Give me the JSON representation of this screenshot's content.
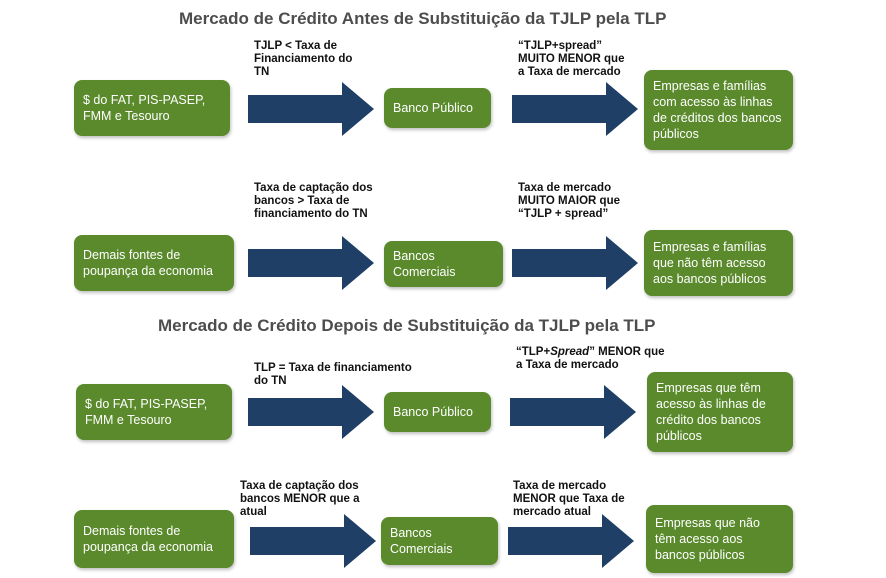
{
  "colors": {
    "box_green": "#5a8a2c",
    "arrow_blue": "#1f3f66",
    "title_gray": "#4d4d4d"
  },
  "sections": [
    {
      "title": "Mercado de Crédito Antes de Substituição da TJLP pela TLP",
      "rows": [
        {
          "source": "$ do FAT, PIS-PASEP, FMM e Tesouro",
          "label1": "TJLP < Taxa de\nFinanciamento do\nTN",
          "bank": "Banco Público",
          "label2": "“TJLP+spread”\nMUITO MENOR que\na Taxa de mercado",
          "dest": "Empresas e famílias com acesso às linhas de créditos dos bancos públicos"
        },
        {
          "source": "Demais fontes de poupança da economia",
          "label1": "Taxa de captação dos\nbancos >  Taxa de\nfinanciamento do TN",
          "bank": "Bancos Comerciais",
          "label2": "Taxa de mercado\nMUITO MAIOR que\n“TJLP + spread”",
          "dest": "Empresas e famílias que não têm acesso aos bancos públicos"
        }
      ]
    },
    {
      "title": "Mercado de Crédito Depois de Substituição da TJLP pela TLP",
      "rows": [
        {
          "source": "$ do FAT, PIS-PASEP, FMM e Tesouro",
          "label1": "TLP = Taxa de financiamento\n do  TN",
          "bank": "Banco Público",
          "label2_prefix": "“TLP+",
          "label2_em": "Spread",
          "label2_suffix": "”  MENOR que\na Taxa de mercado",
          "dest": "Empresas que têm acesso às linhas de crédito dos bancos públicos"
        },
        {
          "source": "Demais fontes de poupança da economia",
          "label1": "Taxa de captação dos\nbancos MENOR que a\natual",
          "bank": "Bancos Comerciais",
          "label2": "Taxa de mercado\nMENOR que Taxa de\nmercado atual",
          "dest": "Empresas que não têm acesso aos bancos públicos"
        }
      ]
    }
  ]
}
